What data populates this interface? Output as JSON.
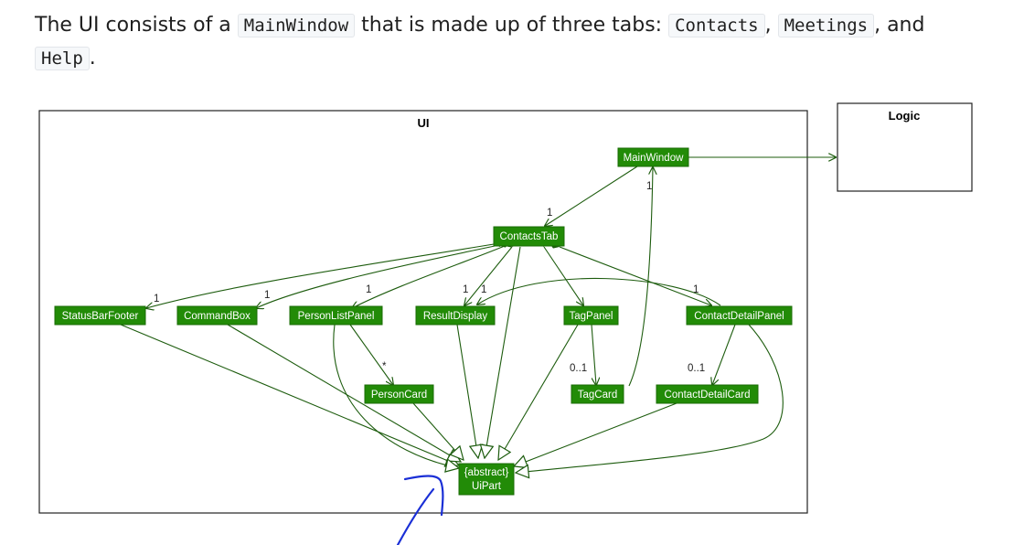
{
  "intro": {
    "p1": "The UI consists of a ",
    "code1": "MainWindow",
    "p2": " that is made up of three tabs: ",
    "code2": "Contacts",
    "p3": ", ",
    "code3": "Meetings",
    "p4": ", and",
    "code4": "Help",
    "p5": "."
  },
  "diagram": {
    "packages": {
      "ui": "UI",
      "logic": "Logic"
    },
    "nodes": {
      "main_window": "MainWindow",
      "contacts_tab": "ContactsTab",
      "status_bar_footer": "StatusBarFooter",
      "command_box": "CommandBox",
      "person_list_panel": "PersonListPanel",
      "result_display": "ResultDisplay",
      "tag_panel": "TagPanel",
      "contact_detail_panel": "ContactDetailPanel",
      "person_card": "PersonCard",
      "tag_card": "TagCard",
      "contact_detail_card": "ContactDetailCard",
      "ui_part_line1": "{abstract}",
      "ui_part_line2": "UiPart"
    },
    "multiplicities": {
      "main_to_tab": "1",
      "tag_card_to_main": "1",
      "status_bar": "1",
      "command_box": "1",
      "person_list": "1",
      "result_display_a": "1",
      "result_display_b": "1",
      "contact_detail": "1",
      "person_card": "*",
      "tag_card": "0..1",
      "contact_detail_card": "0..1"
    },
    "colors": {
      "node_fill": "#228b07",
      "edge": "#1d5c0e",
      "annotation": "#1a2fd6"
    }
  }
}
